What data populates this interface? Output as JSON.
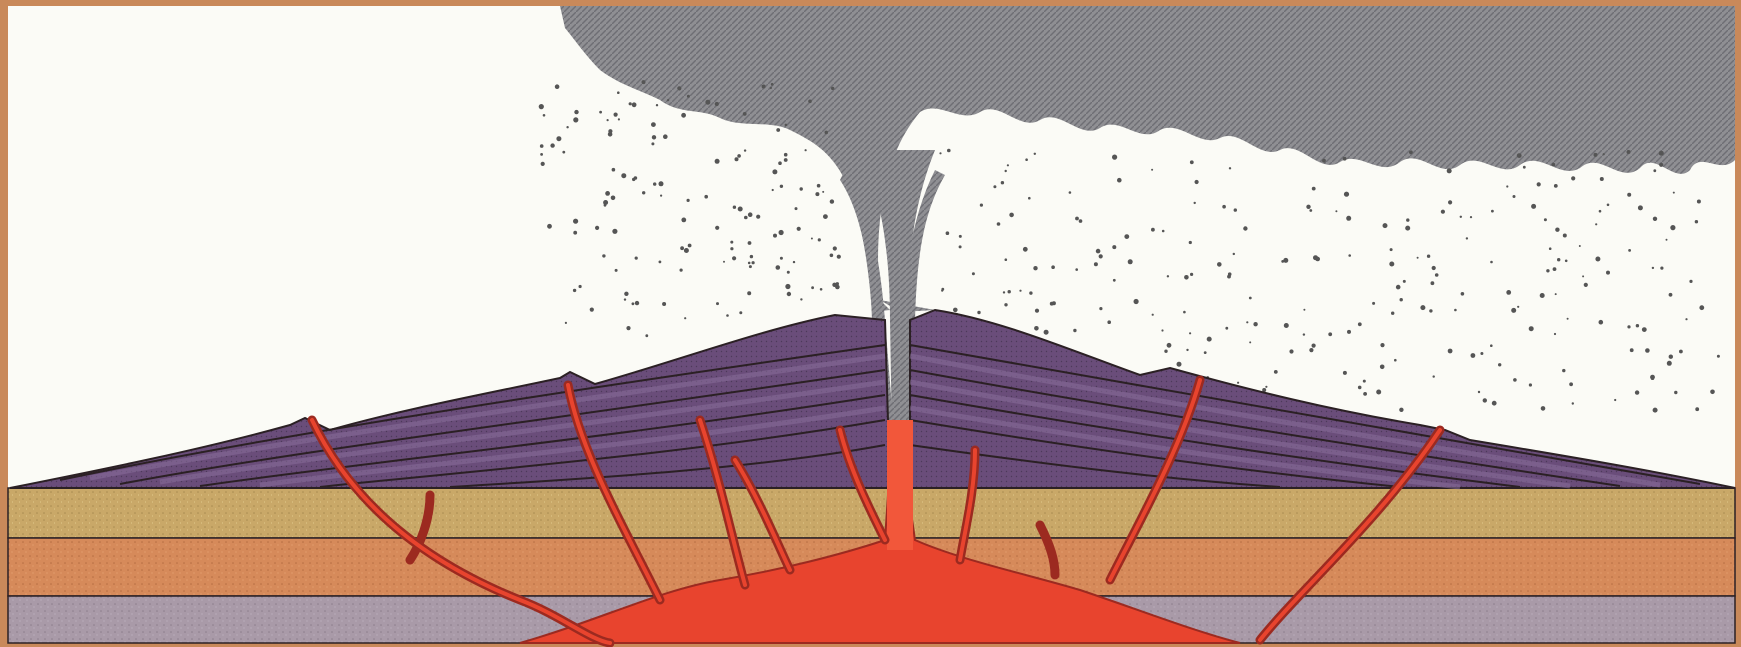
{
  "figure": {
    "kind": "volcano cross-section illustration",
    "labels": []
  },
  "colors": {
    "frame": "#c9895a",
    "sky": "#fbfbf6",
    "ash_cloud": "#8f8f93",
    "ash_cloud_dark": "#6e6e74",
    "cone_purple": "#6a4d7a",
    "cone_purple_light": "#8a6f9c",
    "cone_dark": "#3f3548",
    "magma": "#e8442e",
    "magma_bright": "#f2573a",
    "dike": "#b23a2c",
    "layer_top": "#c9a868",
    "layer_mid": "#d68a5a",
    "layer_bottom": "#a99aa8",
    "outline": "#2b2024"
  },
  "elements": {
    "ash_plume": "ash-plume",
    "eruption_column": "eruption-column",
    "ash_fall": "ash-fall-particles",
    "main_cone": "stratovolcano-cone",
    "side_cones": [
      "left-parasitic-cone",
      "right-parasitic-cone"
    ],
    "magma_chamber": "magma-chamber",
    "dikes": "magma-dikes",
    "strata": [
      "upper-stratum",
      "middle-stratum",
      "lower-stratum"
    ]
  }
}
